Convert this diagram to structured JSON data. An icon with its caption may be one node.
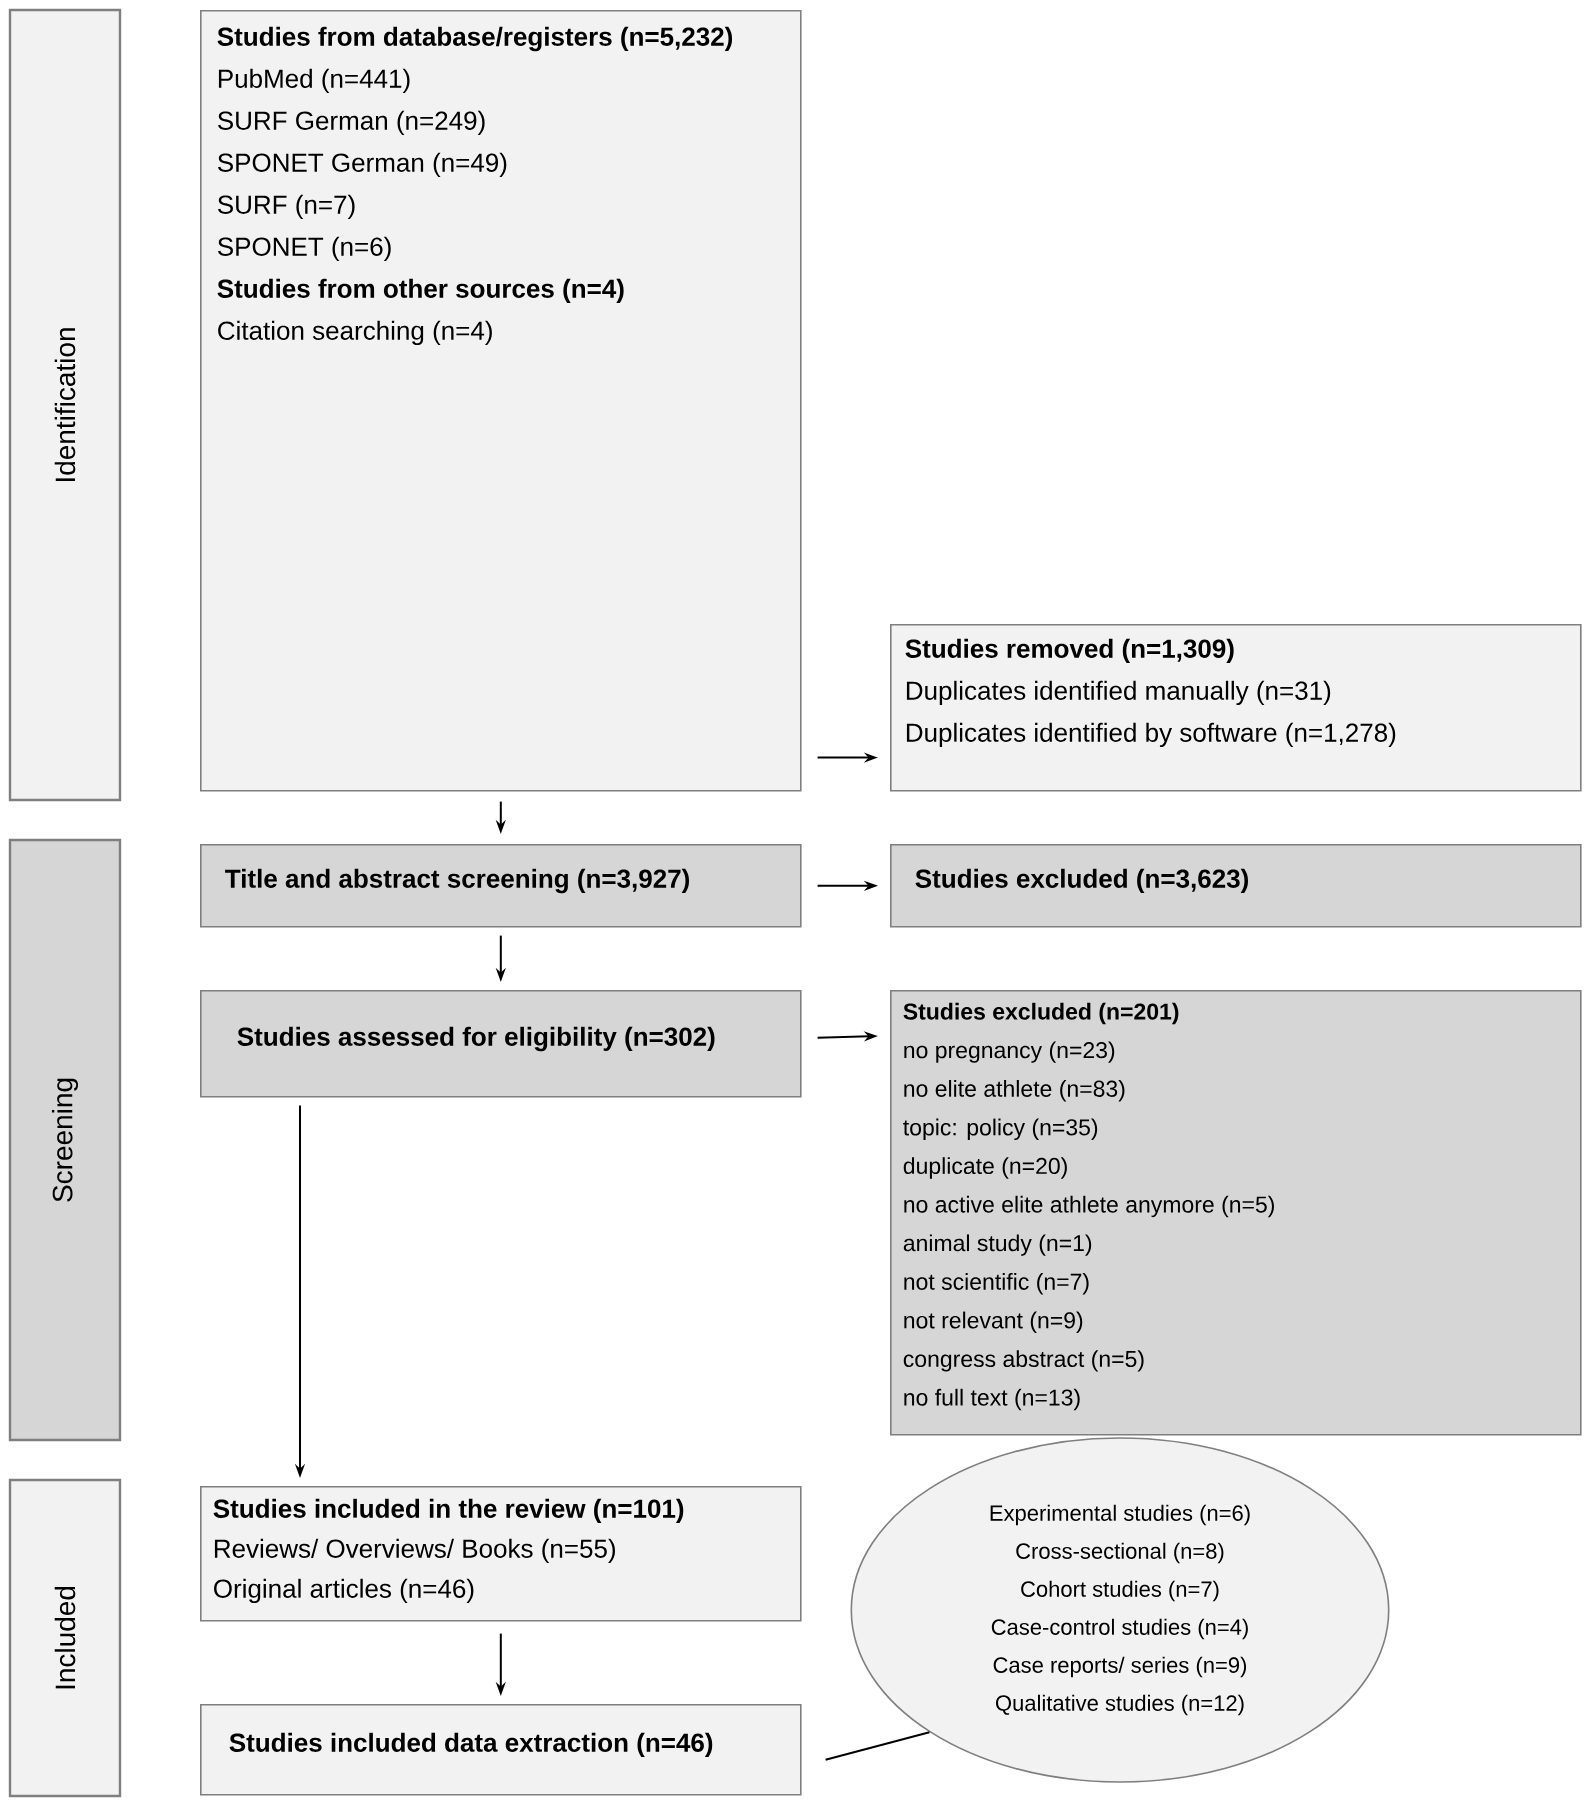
{
  "diagram": {
    "nodes": [
      {
        "text": [
          "Identification"
        ]
      },
      {
        "text": [
          "Studies from database/registers (n=5,232)",
          "PubMed (n=441)",
          "SURF German (n=249)",
          "SPONET German (n=49)",
          "SURF (n=7)",
          "SPONET (n=6)",
          "Studies from other sources (n=4)",
          "Citation searching (n=4)"
        ]
      },
      {
        "text": [
          "Studies removed (n=1,309)",
          "Duplicates identified manually (n=31)",
          "Duplicates identified by software (n=1,278)"
        ]
      },
      {
        "text": [
          "Screening"
        ]
      },
      {
        "text": [
          "Title and abstract screening (n=3,927)"
        ]
      },
      {
        "text": [
          "Studies excluded (n=3,623)"
        ]
      },
      {
        "text": [
          "Studies assessed for eligibility (n=302)"
        ]
      },
      {
        "text": [
          "Studies excluded (n=201)",
          "no pregnancy (n=23)",
          "no elite athlete (n=83)",
          "topic: policy (n=35)",
          "duplicate (n=20)",
          "no active elite athlete anymore (n=5)",
          "animal study (n=1)",
          "not scientific (n=7)",
          "not relevant (n=9)",
          "congress abstract (n=5)",
          "no full text (n=13)"
        ]
      },
      {
        "text": [
          "Included"
        ]
      },
      {
        "text": [
          "Studies included in the review (n=101)",
          "Reviews/ Overviews/ Books (n=55)",
          "Original articles (n=46)"
        ]
      },
      {
        "text": [
          "Studies included data extraction (n=46)"
        ]
      },
      {
        "text": [
          "Experimental studies (n=6)",
          "Cross-sectional (n=8)",
          "Cohort studies (n=7)",
          "Case-control studies (n=4)",
          "Case reports/ series (n=9)",
          "Qualitative studies (n=12)"
        ]
      }
    ],
    "edges": [
      {
        "from": 1,
        "to": 2,
        "arrow": "to"
      },
      {
        "from": 1,
        "to": 4,
        "arrow": "to"
      },
      {
        "from": 4,
        "to": 5,
        "arrow": "to"
      },
      {
        "from": 4,
        "to": 6,
        "arrow": "to"
      },
      {
        "from": 6,
        "to": 7,
        "arrow": "to"
      },
      {
        "from": 6,
        "to": 9,
        "arrow": "to"
      },
      {
        "from": 9,
        "to": 10,
        "arrow": "to"
      },
      {
        "from": 10,
        "to": 11,
        "arrow": "none"
      }
    ]
  }
}
